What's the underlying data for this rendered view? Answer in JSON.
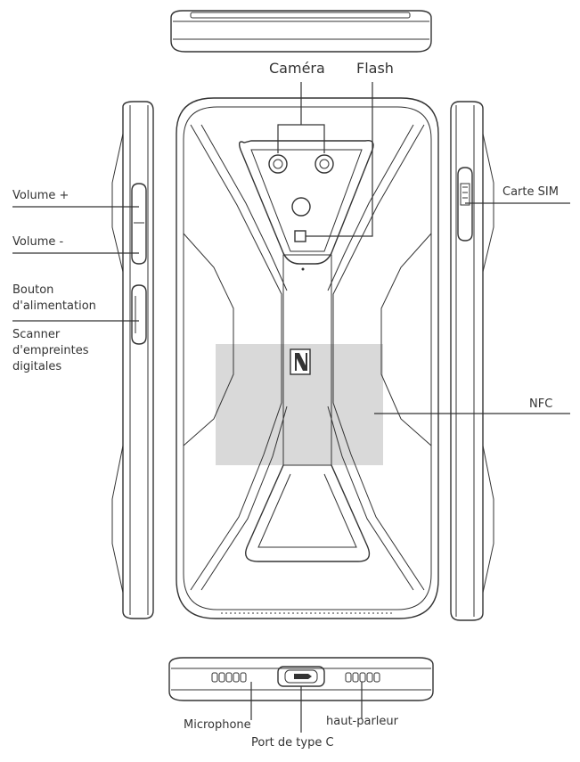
{
  "labels": {
    "camera": "Caméra",
    "flash": "Flash",
    "volume_up": "Volume +",
    "volume_down": "Volume -",
    "power_line1": "Bouton",
    "power_line2": "d'alimentation",
    "fingerprint_line1": "Scanner",
    "fingerprint_line2": "d'empreintes",
    "fingerprint_line3": "digitales",
    "sim": "Carte SIM",
    "nfc": "NFC",
    "microphone": "Microphone",
    "usb": "Port de type C",
    "speaker": "haut-parleur"
  },
  "colors": {
    "stroke": "#333333",
    "nfc_area": "#d9d9d9"
  },
  "icons": {
    "logo": "brand-logo-icon",
    "usb_port": "usb-c-port-icon"
  }
}
